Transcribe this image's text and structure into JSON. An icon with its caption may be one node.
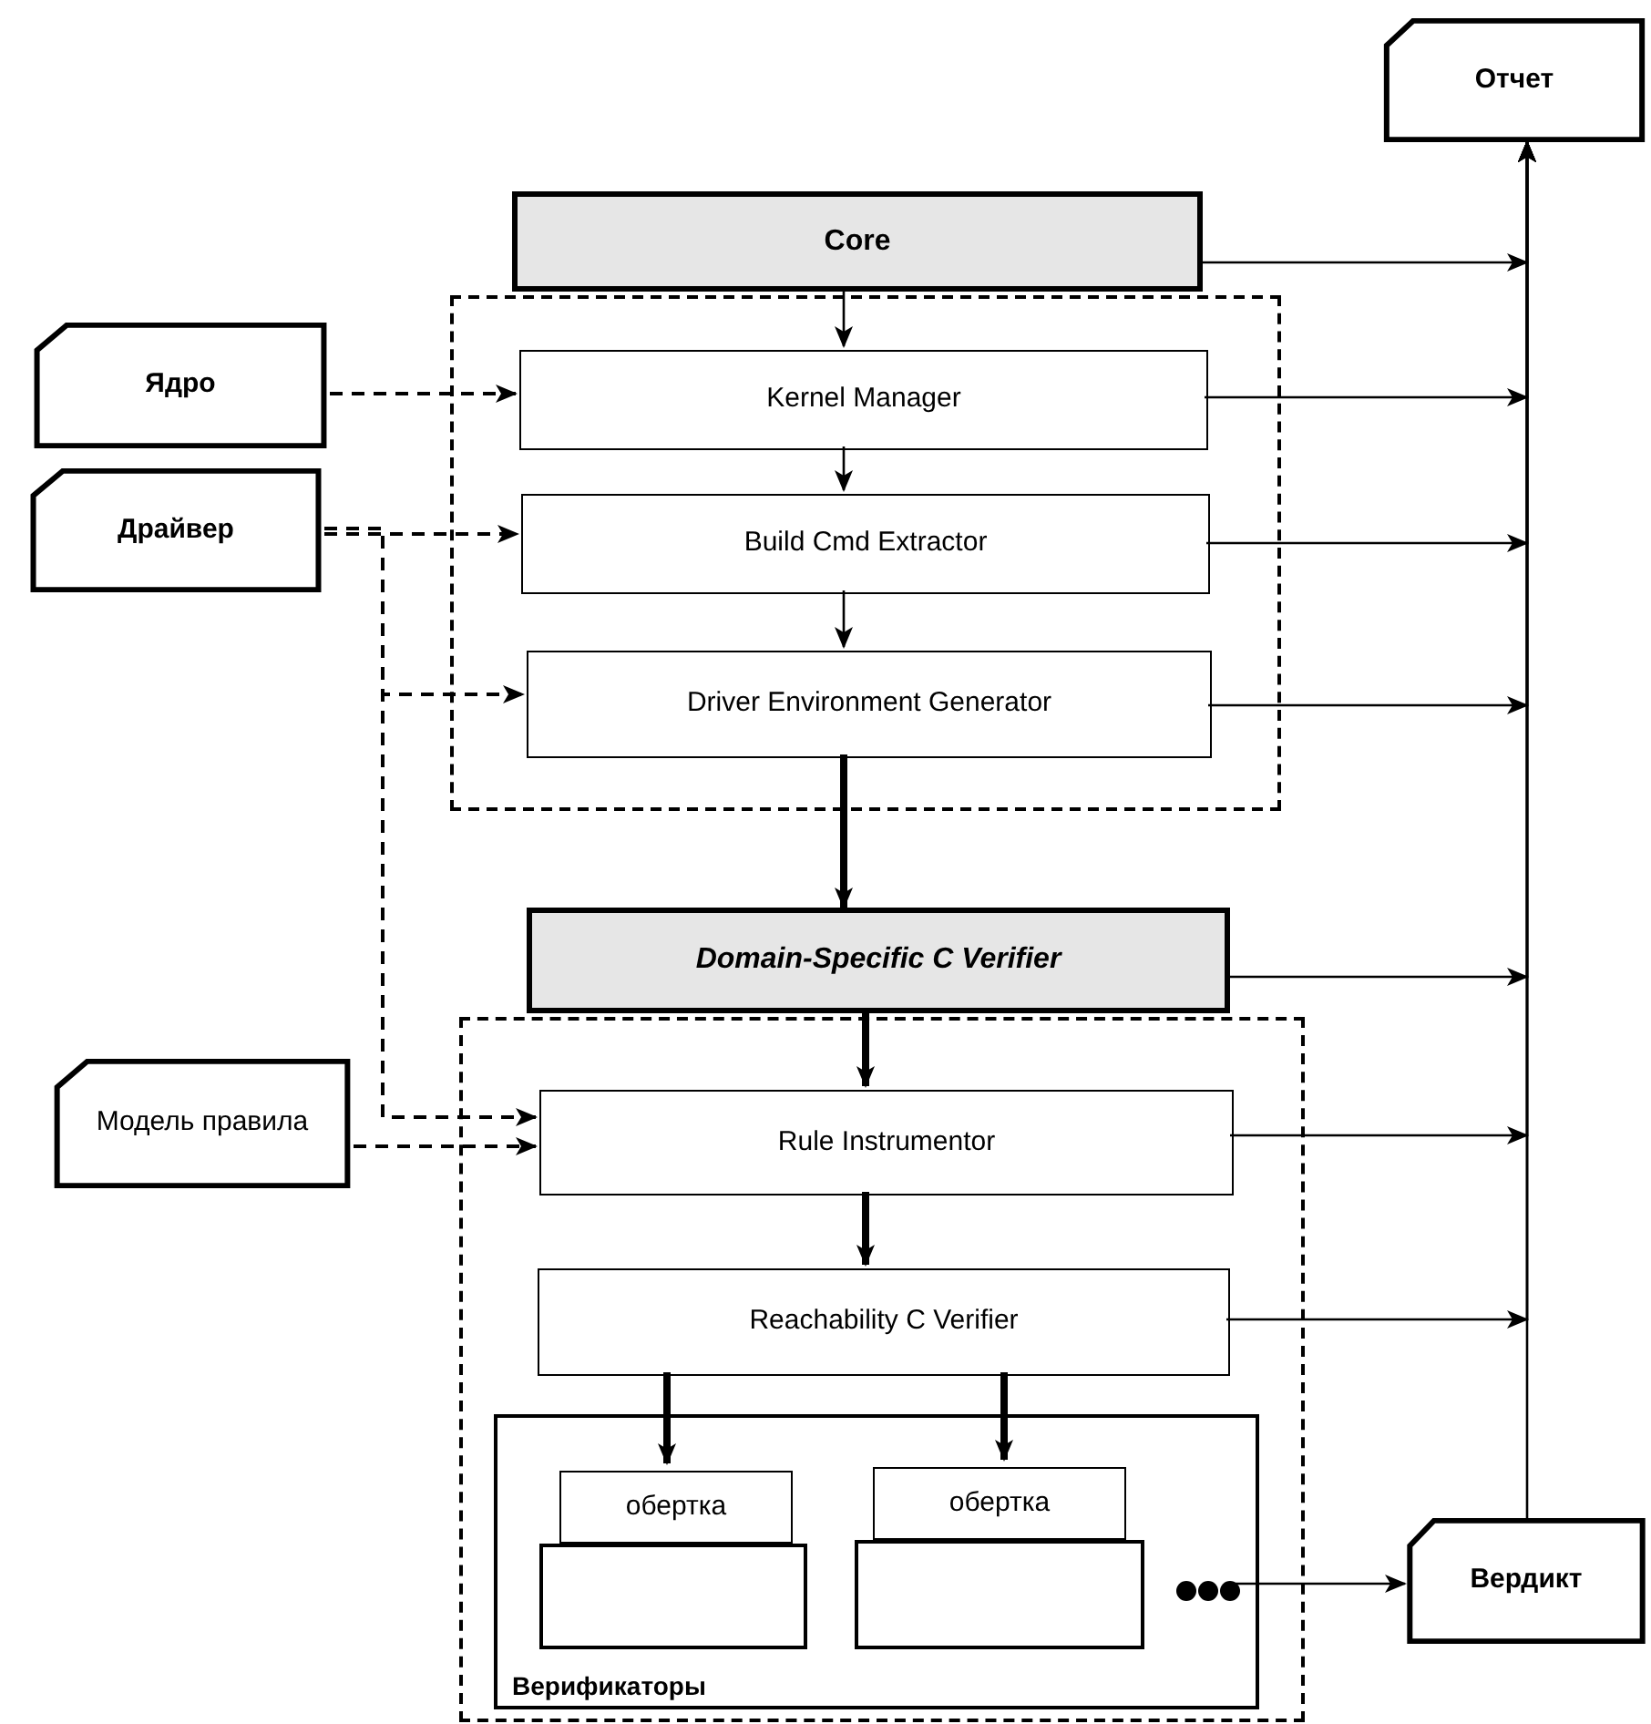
{
  "diagram": {
    "nodes": [
      {
        "text": [
          "Отчет"
        ]
      },
      {
        "text": [
          "Core"
        ]
      },
      {
        "text": [],
        "shape": "box"
      },
      {
        "text": [
          "Kernel Manager"
        ],
        "in": 2
      },
      {
        "text": [
          "Ядро"
        ]
      },
      {
        "text": [
          "Build Cmd Extractor"
        ],
        "in": 2
      },
      {
        "text": [
          "Драйвер"
        ]
      },
      {
        "text": [
          "Driver Environment Generator"
        ],
        "in": 2
      },
      {
        "text": [
          "Domain-Specific C Verifier"
        ]
      },
      {
        "text": [],
        "shape": "box"
      },
      {
        "text": [
          "Модель правила"
        ]
      },
      {
        "text": [
          "Rule Instrumentor"
        ],
        "in": 9
      },
      {
        "text": [
          "Reachability C Verifier"
        ],
        "in": 9
      },
      {
        "text": [
          "Верификаторы"
        ],
        "in": 9
      },
      {
        "text": [
          "обертка"
        ],
        "in": 13
      },
      {
        "text": [
          "обертка"
        ],
        "in": 13
      },
      {
        "text": [],
        "shape": "box",
        "in": 13
      },
      {
        "text": [],
        "shape": "box",
        "in": 13
      },
      {
        "text": [],
        "shape": "dots",
        "in": 13
      },
      {
        "text": [
          "Вердикт"
        ]
      }
    ],
    "edges": [
      {
        "from": 1,
        "to": 3,
        "arrow": "to"
      },
      {
        "from": 3,
        "to": 5,
        "arrow": "to"
      },
      {
        "from": 5,
        "to": 7,
        "arrow": "to"
      },
      {
        "from": 7,
        "to": 8,
        "arrow": "to",
        "style": "thick"
      },
      {
        "from": 8,
        "to": 11,
        "arrow": "to",
        "style": "thick"
      },
      {
        "from": 11,
        "to": 12,
        "arrow": "to",
        "style": "thick"
      },
      {
        "from": 12,
        "to": 14,
        "arrow": "to",
        "style": "thick"
      },
      {
        "from": 12,
        "to": 15,
        "arrow": "to",
        "style": "thick"
      },
      {
        "from": 4,
        "to": 3,
        "arrow": "to",
        "style": "dashed"
      },
      {
        "from": 6,
        "to": 5,
        "arrow": "to",
        "style": "dashed"
      },
      {
        "from": 6,
        "to": 7,
        "arrow": "to",
        "style": "dashed"
      },
      {
        "from": 6,
        "to": 11,
        "arrow": "to",
        "style": "dashed"
      },
      {
        "from": 10,
        "to": 11,
        "arrow": "to",
        "style": "dashed"
      },
      {
        "from": 1,
        "to": 0,
        "arrow": "to"
      },
      {
        "from": 3,
        "to": 0,
        "arrow": "to"
      },
      {
        "from": 5,
        "to": 0,
        "arrow": "to"
      },
      {
        "from": 7,
        "to": 0,
        "arrow": "to"
      },
      {
        "from": 8,
        "to": 0,
        "arrow": "to"
      },
      {
        "from": 11,
        "to": 0,
        "arrow": "to"
      },
      {
        "from": 12,
        "to": 0,
        "arrow": "to"
      },
      {
        "from": 18,
        "to": 19,
        "arrow": "to"
      },
      {
        "from": 19,
        "to": 0,
        "arrow": "to"
      }
    ]
  }
}
